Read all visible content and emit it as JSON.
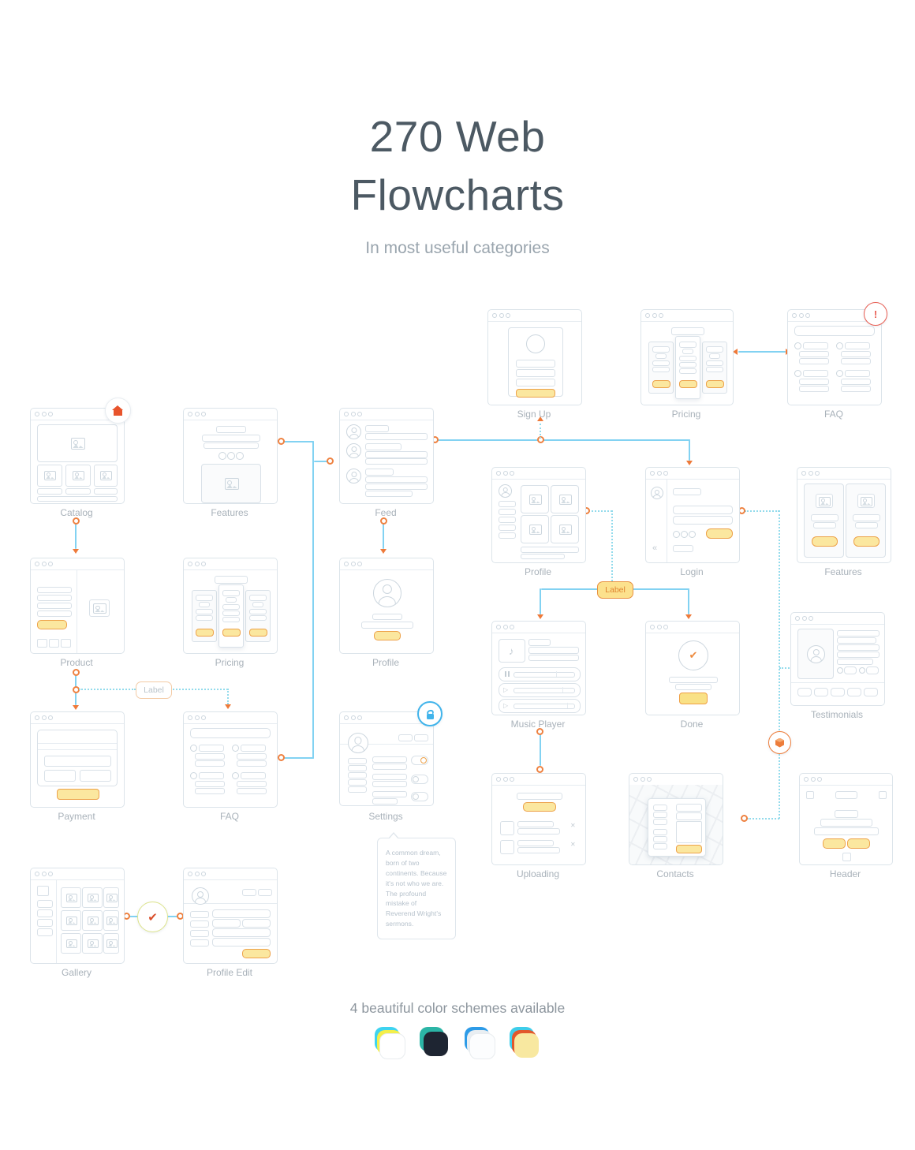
{
  "title": {
    "heading_line1": "270 Web",
    "heading_line2": "Flowcharts",
    "subtitle": "In most useful categories"
  },
  "cards": {
    "sign_up": {
      "label": "Sign Up"
    },
    "pricing_plans": {
      "label": "Pricing"
    },
    "faq_main": {
      "label": "FAQ"
    },
    "catalog": {
      "label": "Catalog"
    },
    "features_landing": {
      "label": "Features"
    },
    "feed": {
      "label": "Feed"
    },
    "profile_grid": {
      "label": "Profile"
    },
    "login": {
      "label": "Login"
    },
    "features_cards": {
      "label": "Features"
    },
    "product": {
      "label": "Product"
    },
    "pricing_compact": {
      "label": "Pricing"
    },
    "profile_card": {
      "label": "Profile"
    },
    "music_player": {
      "label": "Music Player"
    },
    "done": {
      "label": "Done"
    },
    "testimonials": {
      "label": "Testimonials"
    },
    "payment": {
      "label": "Payment"
    },
    "faq_compact": {
      "label": "FAQ"
    },
    "settings": {
      "label": "Settings"
    },
    "uploading": {
      "label": "Uploading"
    },
    "contacts": {
      "label": "Contacts"
    },
    "header": {
      "label": "Header"
    },
    "gallery": {
      "label": "Gallery"
    },
    "profile_edit": {
      "label": "Profile Edit"
    }
  },
  "badges": {
    "label_filled": "Label",
    "label_outline": "Label",
    "alert": "!"
  },
  "icons": {
    "check": "✔",
    "music_note": "♪",
    "play": "▷",
    "close": "✕",
    "collapse_chevron": "«",
    "home": "home-icon",
    "lock": "unlock-icon",
    "box": "package-icon"
  },
  "note": {
    "text": "A common dream, born of two continents. Because it's not who we are. The profound mistake of Reverend Wright's sermons."
  },
  "footer": {
    "caption": "4 beautiful color schemes available",
    "schemes": [
      {
        "name": "white-yellow-cyan",
        "layers": [
          "#3ED3F0",
          "#F4EF49",
          "#FFFFFF"
        ]
      },
      {
        "name": "dark-navy-teal",
        "layers": [
          "#2BB5A6",
          "#1E2532",
          "#1E2532"
        ]
      },
      {
        "name": "white-blue",
        "layers": [
          "#2D9BE7",
          "#E9EEF2",
          "#FCFDFE"
        ]
      },
      {
        "name": "cream-orange-cyan",
        "layers": [
          "#3ECDEA",
          "#E2572B",
          "#F8E8A0"
        ]
      }
    ]
  },
  "colors": {
    "title_text": "#4C5963",
    "subtitle_text": "#9AA5AE",
    "card_label_text": "#A9B2BA",
    "wireframe_border": "#DCE4EA",
    "accent_button_fill": "#FBE79F",
    "accent_button_border": "#EDA24A",
    "connector_solid": "#82D2F2",
    "connector_dotted": "#93DBEC",
    "connector_node": "#EE8140",
    "alert_red": "#E85D52",
    "lock_blue": "#41B4EB",
    "home_orange": "#E8542C"
  }
}
